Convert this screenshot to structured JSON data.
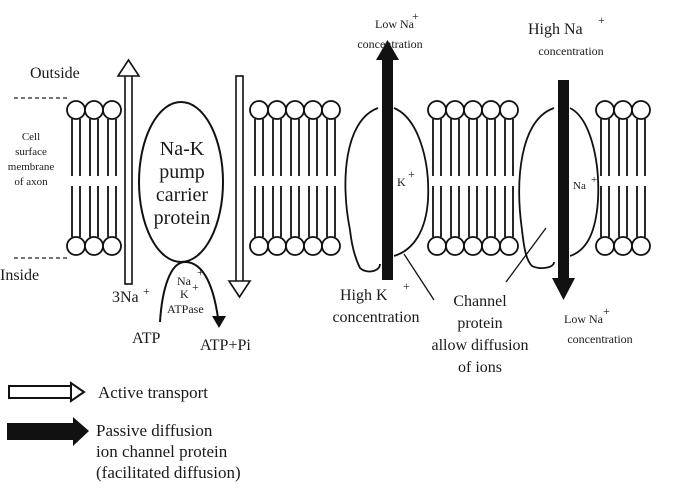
{
  "title": "Na-K pump and ion channels in cell surface membrane of axon",
  "labels": {
    "outside": "Outside",
    "inside": "Inside",
    "membrane": [
      "Cell",
      "surface",
      "membrane",
      "of axon"
    ],
    "pump": [
      "Na-K",
      "pump",
      "carrier",
      "protein"
    ],
    "three_na": "3Na",
    "plus": "+",
    "atpase": [
      "Na",
      "K",
      "ATPase"
    ],
    "atp": "ATP",
    "atp_pi": "ATP+Pi",
    "k_channel_ion": "K",
    "na_channel_ion": "Na",
    "low_na_top": [
      "Low Na",
      "concentration"
    ],
    "high_na_top": [
      "High Na",
      "concentration"
    ],
    "high_k_bottom": [
      "High K",
      "concentration"
    ],
    "channel_protein": [
      "Channel",
      "protein",
      "allow diffusion",
      "of ions"
    ],
    "low_na_bottom": [
      "Low Na",
      "concentration"
    ]
  },
  "legend": {
    "active": "Active transport",
    "passive": [
      "Passive diffusion",
      "ion channel protein",
      "(facilitated diffusion)"
    ]
  }
}
